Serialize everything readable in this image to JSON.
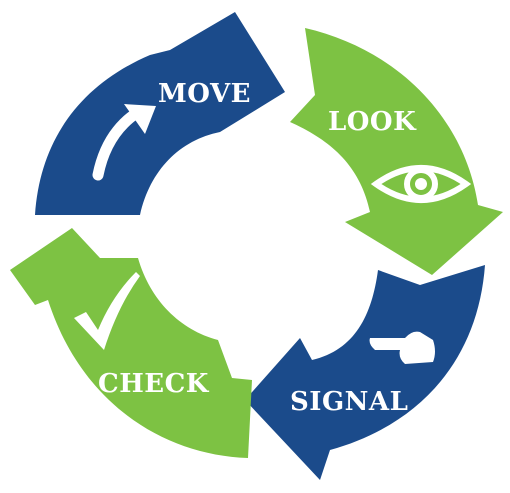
{
  "colors": {
    "blue": "#1b4b8b",
    "green": "#7dc243",
    "white": "#ffffff"
  },
  "steps": [
    {
      "label": "MOVE",
      "color": "#1b4b8b",
      "icon": "curved-arrow-icon"
    },
    {
      "label": "LOOK",
      "color": "#7dc243",
      "icon": "eye-icon"
    },
    {
      "label": "SIGNAL",
      "color": "#1b4b8b",
      "icon": "pointing-hand-icon"
    },
    {
      "label": "CHECK",
      "color": "#7dc243",
      "icon": "checkmark-icon"
    }
  ]
}
